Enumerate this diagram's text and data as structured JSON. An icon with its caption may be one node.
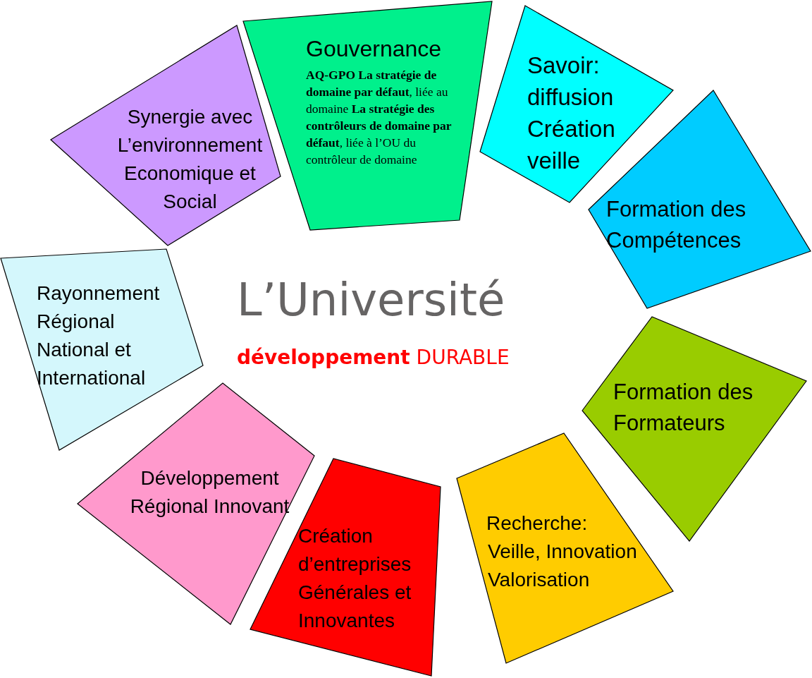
{
  "diagram": {
    "nodes": [
      {
        "text": [
          "Gouvernance",
          "**AQ-GPO La stratégie de domaine par défaut**, liée au domaine **La stratégie des contrôleurs de domaine par défaut**, liée à l’OU du contrôleur de domaine"
        ]
      },
      {
        "text": [
          "Savoir: diffusion Création veille"
        ]
      },
      {
        "text": [
          "Synergie avec L’environnement Economique et Social"
        ]
      },
      {
        "text": [
          "Formation des Compétences"
        ]
      },
      {
        "text": [
          "Rayonnement Régional National et International"
        ]
      },
      {
        "text": [
          "Formation des Formateurs"
        ]
      },
      {
        "text": [
          "Développement Régional Innovant"
        ]
      },
      {
        "text": [
          "Recherche:",
          "Veille, Innovation Valorisation"
        ]
      },
      {
        "text": [
          "Création d’entreprises Générales et Innovantes"
        ]
      }
    ],
    "edges": [],
    "labels": [
      "L’Université",
      "**développement** DURABLE"
    ]
  }
}
